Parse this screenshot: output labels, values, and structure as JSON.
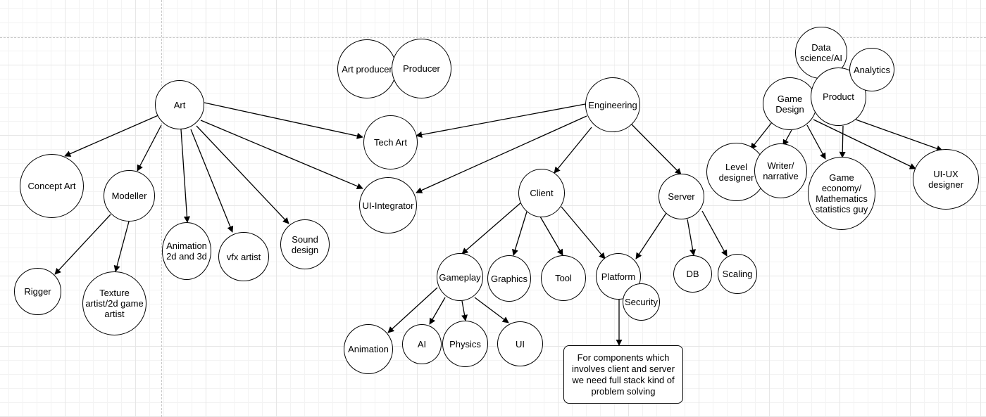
{
  "nodes": {
    "art": "Art",
    "engineering": "Engineering",
    "art_producer": "Art producer",
    "producer": "Producer",
    "tech_art": "Tech Art",
    "concept_art": "Concept Art",
    "modeller": "Modeller",
    "rigger": "Rigger",
    "texture_artist": "Texture\nartist/2d game\nartist",
    "animation_2d_3d": "Animation\n2d and 3d",
    "vfx_artist": "vfx artist",
    "sound_design": "Sound\ndesign",
    "ui_integrator": "UI-Integrator",
    "client": "Client",
    "server": "Server",
    "gameplay": "Gameplay",
    "graphics": "Graphics",
    "tool": "Tool",
    "platform": "Platform",
    "security": "Security",
    "db": "DB",
    "scaling": "Scaling",
    "animation": "Animation",
    "ai": "AI",
    "physics": "Physics",
    "ui": "UI",
    "data_science": "Data\nscience/AI",
    "analytics": "Analytics",
    "product": "Product",
    "game_design": "Game\nDesign",
    "level_designer": "Level\ndesigner",
    "writer": "Writer/\nnarrative",
    "game_economy": "Game economy/\nMathematics\nstatistics guy",
    "ui_ux": "UI-UX\ndesigner"
  },
  "note": "For components which involves client and server we need full stack kind of problem solving"
}
